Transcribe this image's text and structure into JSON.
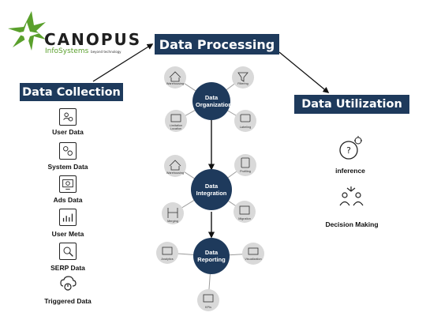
{
  "logo": {
    "name": "CANOPUS",
    "subtitle": "InfoSystems",
    "tagline": "beyond technology"
  },
  "titles": {
    "processing": "Data Processing",
    "collection": "Data Collection",
    "utilization": "Data  Utilization"
  },
  "collection_items": [
    {
      "label": "User Data",
      "icon": "user-data-icon"
    },
    {
      "label": "System Data",
      "icon": "system-data-icon"
    },
    {
      "label": "Ads Data",
      "icon": "ads-data-icon"
    },
    {
      "label": "User Meta",
      "icon": "user-meta-icon"
    },
    {
      "label": "SERP Data",
      "icon": "serp-data-icon"
    },
    {
      "label": "Triggered Data",
      "icon": "triggered-data-icon"
    }
  ],
  "processing": {
    "organization": {
      "label": "Data Organization",
      "satellites": [
        "Warehousing",
        "Filtering",
        "Limitation Location",
        "Labeling"
      ]
    },
    "integration": {
      "label": "Data Integration",
      "satellites": [
        "Warehousing",
        "Profiling",
        "Merging",
        "Migration"
      ]
    },
    "reporting": {
      "label": "Data Reporting",
      "satellites": [
        "Analytics",
        "Visualization",
        "KPIs"
      ]
    }
  },
  "utilization_items": [
    {
      "label": "inference",
      "icon": "inference-icon"
    },
    {
      "label": "Decision Making",
      "icon": "decision-making-icon"
    }
  ],
  "colors": {
    "navy": "#1e3a5c",
    "logo_green": "#5aa02c",
    "satellite_fill": "#d9d9d9"
  }
}
